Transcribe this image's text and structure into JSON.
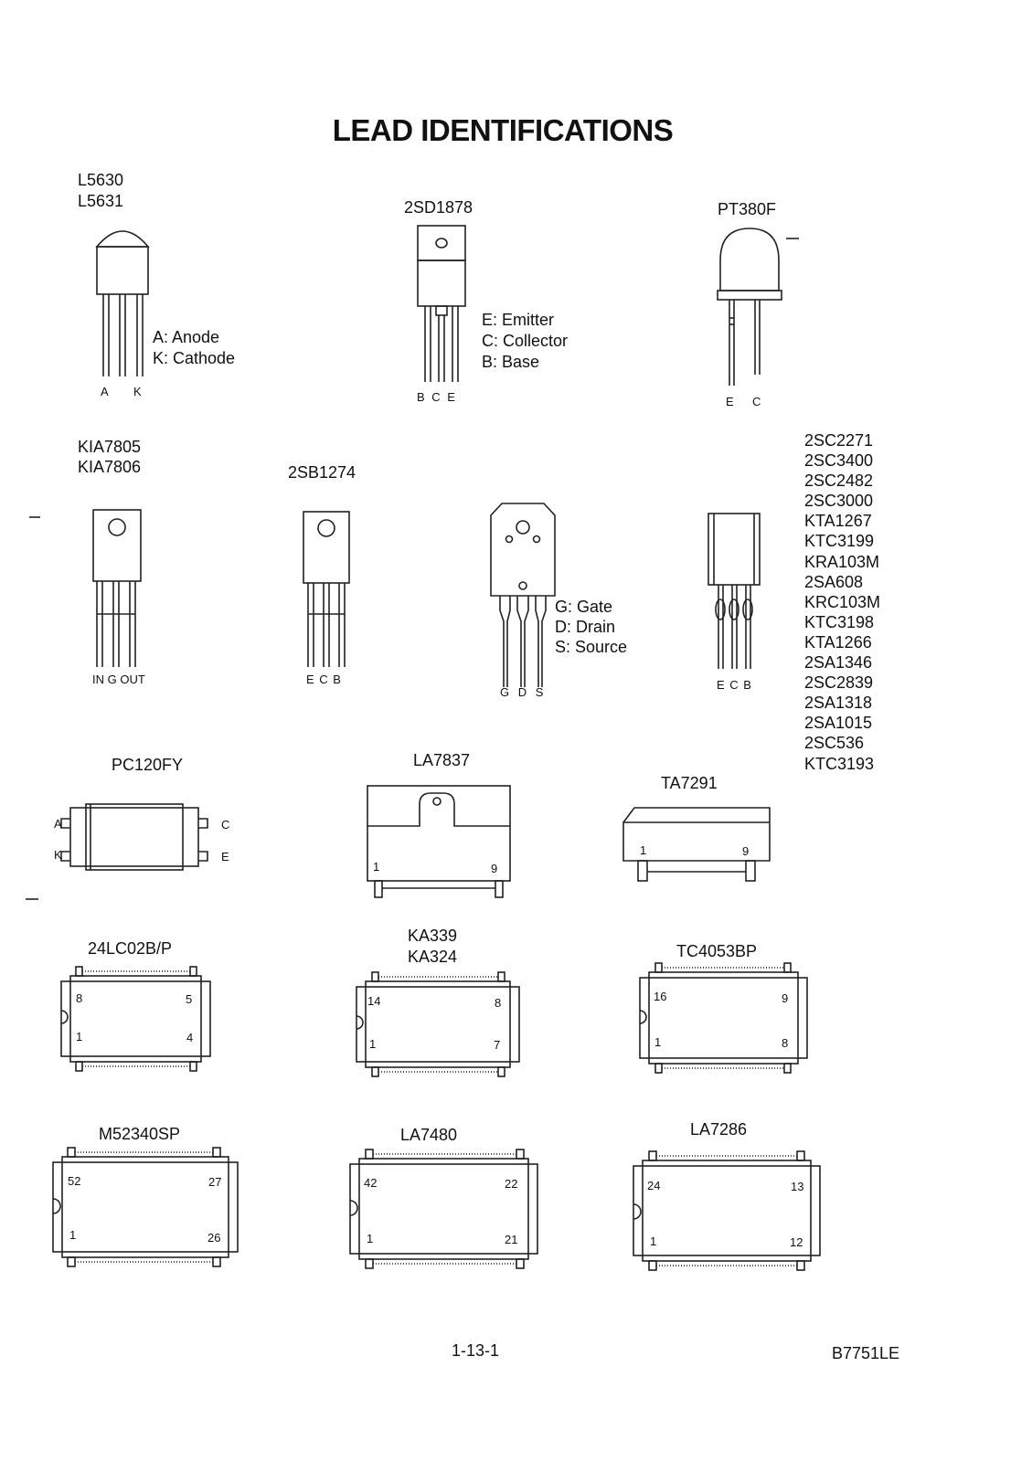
{
  "title": "LEAD IDENTIFICATIONS",
  "parts": {
    "l5630": {
      "names": [
        "L5630",
        "L5631"
      ],
      "legend": [
        "A: Anode",
        "K: Cathode"
      ],
      "pins": [
        "A",
        "K"
      ]
    },
    "sd1878": {
      "name": "2SD1878",
      "legend": [
        "E: Emitter",
        "C: Collector",
        "B: Base"
      ],
      "pins": "B C E"
    },
    "pt380f": {
      "name": "PT380F",
      "pins": [
        "E",
        "C"
      ]
    },
    "kia7805": {
      "names": [
        "KIA7805",
        "KIA7806"
      ],
      "pins": "IN G OUT"
    },
    "sb1274": {
      "name": "2SB1274",
      "pins": "E C B"
    },
    "fet": {
      "legend": [
        "G: Gate",
        "D: Drain",
        "S: Source"
      ],
      "pins": "G D S"
    },
    "transistor_list": {
      "names": [
        "2SC2271",
        "2SC3400",
        "2SC2482",
        "2SC3000",
        "KTA1267",
        "KTC3199",
        "KRA103M",
        "2SA608",
        "KRC103M",
        "KTC3198",
        "KTA1266",
        "2SA1346",
        "2SC2839",
        "2SA1318",
        "2SA1015",
        "2SC536",
        "KTC3193"
      ],
      "pins": "E C B"
    },
    "pc120fy": {
      "name": "PC120FY",
      "pins": [
        "A",
        "K",
        "C",
        "E"
      ]
    },
    "la7837": {
      "name": "LA7837",
      "pins": [
        "1",
        "9"
      ]
    },
    "ta7291": {
      "name": "TA7291",
      "pins": [
        "1",
        "9"
      ]
    },
    "lc02b": {
      "name": "24LC02B/P",
      "pins": [
        "8",
        "5",
        "1",
        "4"
      ]
    },
    "ka339": {
      "names": [
        "KA339",
        "KA324"
      ],
      "pins": [
        "14",
        "8",
        "1",
        "7"
      ]
    },
    "tc4053": {
      "name": "TC4053BP",
      "pins": [
        "16",
        "9",
        "1",
        "8"
      ]
    },
    "m52340": {
      "name": "M52340SP",
      "pins": [
        "52",
        "27",
        "1",
        "26"
      ]
    },
    "la7480": {
      "name": "LA7480",
      "pins": [
        "42",
        "22",
        "1",
        "21"
      ]
    },
    "la7286": {
      "name": "LA7286",
      "pins": [
        "24",
        "13",
        "1",
        "12"
      ]
    }
  },
  "footer": {
    "page": "1-13-1",
    "code": "B7751LE"
  }
}
